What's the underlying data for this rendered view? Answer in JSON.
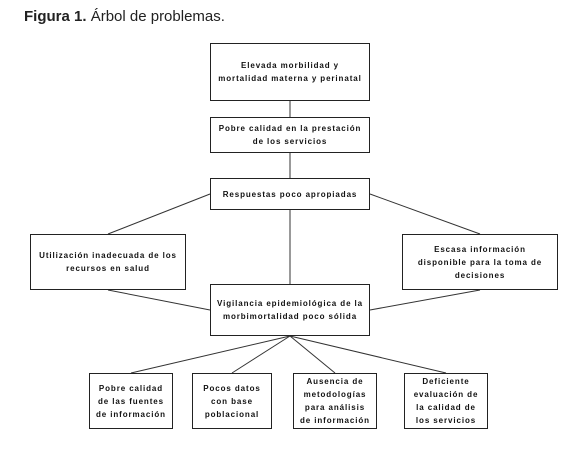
{
  "caption": {
    "label": "Figura 1.",
    "title": "Árbol de problemas."
  },
  "nodes": {
    "top": "Elevada morbilidad y mortalidad materna y perinatal",
    "quality": "Pobre calidad en la prestación de los servicios",
    "responses": "Respuestas poco apropiadas",
    "left": "Utilización inadecuada de los recursos en salud",
    "right": "Escasa información disponible para la toma de decisiones",
    "center": "Vigilancia epidemiológica de la morbimortalidad poco sólida",
    "bottom1": "Pobre calidad de las fuentes de información",
    "bottom2": "Pocos datos con base poblacional",
    "bottom3": "Ausencia de metodologías para análisis de información",
    "bottom4": "Deficiente evaluación de la calidad de los servicios"
  }
}
